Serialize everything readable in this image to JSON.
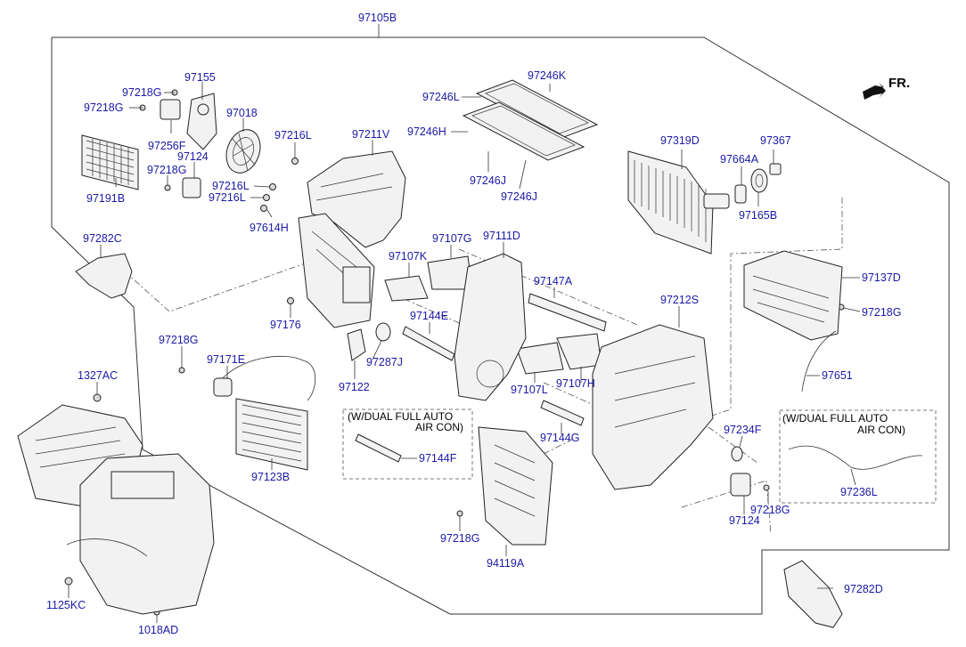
{
  "labels": {
    "l_97105B": "97105B",
    "l_97218G_a": "97218G",
    "l_97155": "97155",
    "l_97218G_b": "97218G",
    "l_97018": "97018",
    "l_97256F": "97256F",
    "l_97124_a": "97124",
    "l_97216L_a": "97216L",
    "l_97211V": "97211V",
    "l_97218G_c": "97218G",
    "l_97191B": "97191B",
    "l_97216L_b": "97216L",
    "l_97216L_c": "97216L",
    "l_97614H": "97614H",
    "l_97246K": "97246K",
    "l_97246L": "97246L",
    "l_97246H": "97246H",
    "l_97246J_a": "97246J",
    "l_97246J_b": "97246J",
    "l_97319D": "97319D",
    "l_97367": "97367",
    "l_97664A": "97664A",
    "l_97165B": "97165B",
    "l_97282C": "97282C",
    "l_97107G": "97107G",
    "l_97111D": "97111D",
    "l_97107K": "97107K",
    "l_97147A": "97147A",
    "l_97137D": "97137D",
    "l_97218G_d": "97218G",
    "l_97212S": "97212S",
    "l_97176": "97176",
    "l_97144E": "97144E",
    "l_97218G_e": "97218G",
    "l_97171E": "97171E",
    "l_97287J": "97287J",
    "l_97122": "97122",
    "l_97107L": "97107L",
    "l_97107H": "97107H",
    "l_97651": "97651",
    "l_1327AC": "1327AC",
    "l_97144G": "97144G",
    "l_97234F": "97234F",
    "l_97144F": "97144F",
    "l_97123B": "97123B",
    "l_97236L": "97236L",
    "l_97124_b": "97124",
    "l_97218G_f": "97218G",
    "l_97218G_g": "97218G",
    "l_94119A": "94119A",
    "l_1125KC": "1125KC",
    "l_97282D": "97282D",
    "l_1018AD": "1018AD"
  },
  "notes": {
    "n1_line1": "(W/DUAL FULL AUTO",
    "n1_line2": "AIR CON)",
    "n2_line1": "(W/DUAL FULL AUTO",
    "n2_line2": "AIR CON)"
  },
  "direction": "FR.",
  "colors": {
    "label": "#1a1aa8",
    "line": "#222222"
  }
}
